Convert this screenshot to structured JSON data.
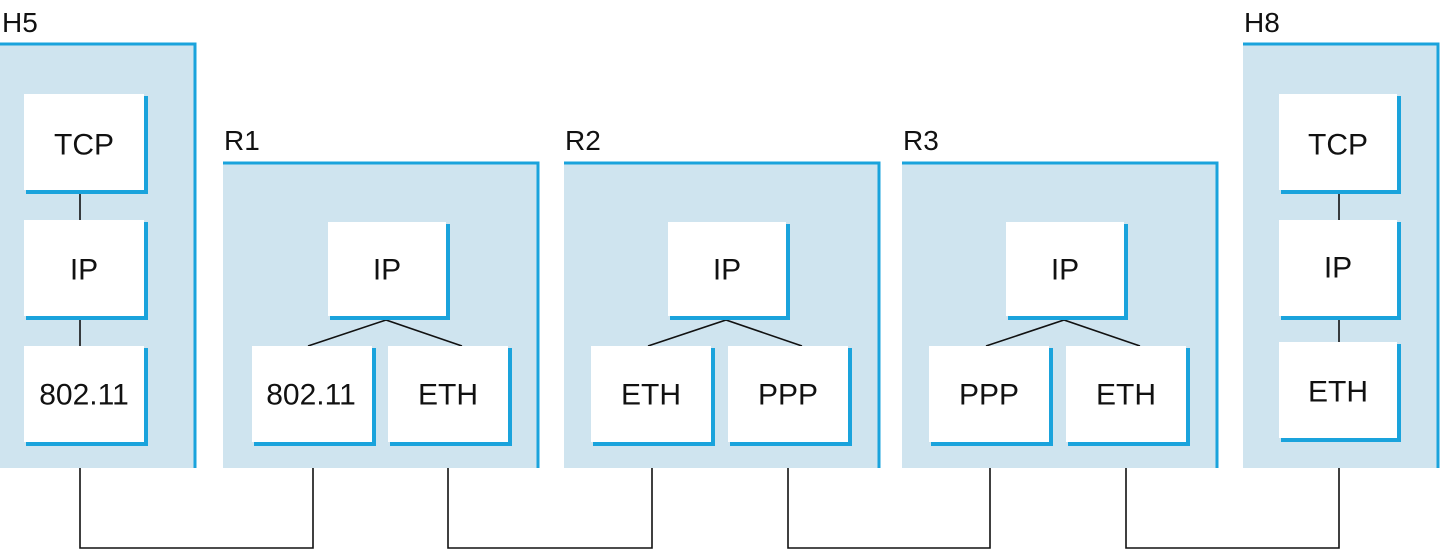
{
  "colors": {
    "node_fill": "#cfe4ef",
    "node_edge": "#1aa3dc",
    "layer_fill": "#ffffff",
    "line": "#111111"
  },
  "nodes": {
    "h5": {
      "label": "H5",
      "layers": {
        "tcp": "TCP",
        "ip": "IP",
        "link": "802.11"
      }
    },
    "r1": {
      "label": "R1",
      "layers": {
        "ip": "IP",
        "left": "802.11",
        "right": "ETH"
      }
    },
    "r2": {
      "label": "R2",
      "layers": {
        "ip": "IP",
        "left": "ETH",
        "right": "PPP"
      }
    },
    "r3": {
      "label": "R3",
      "layers": {
        "ip": "IP",
        "left": "PPP",
        "right": "ETH"
      }
    },
    "h8": {
      "label": "H8",
      "layers": {
        "tcp": "TCP",
        "ip": "IP",
        "link": "ETH"
      }
    }
  }
}
